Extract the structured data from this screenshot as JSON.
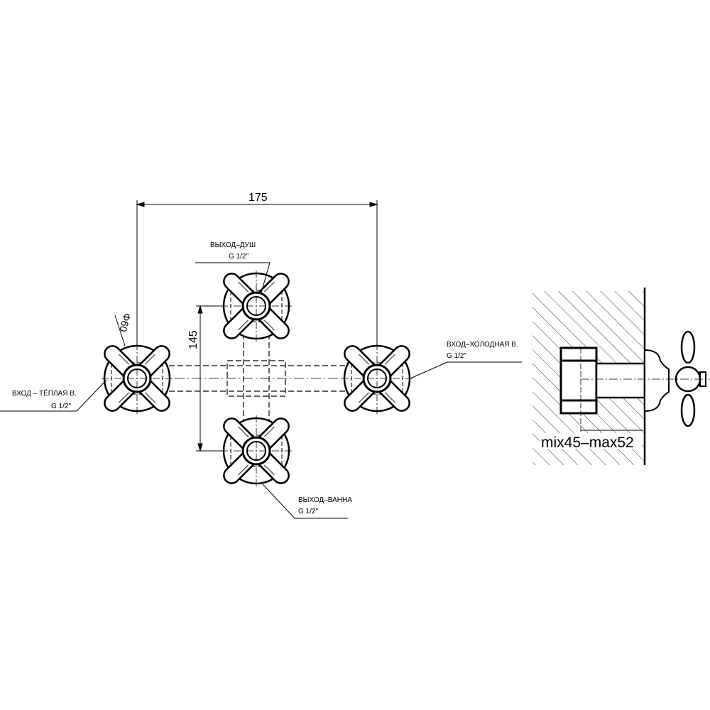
{
  "dimensions": {
    "width_175": "175",
    "height_145": "145",
    "diameter": "Φ60",
    "depth": "mix45–max52"
  },
  "labels": {
    "shower_out": {
      "name": "ВЫХОД–ДУШ",
      "thread": "G 1/2\""
    },
    "warm_in": {
      "name": "ВХОД – ТЁПЛАЯ В.",
      "thread": "G 1/2\""
    },
    "cold_in": {
      "name": "ВХОД–ХОЛОДНАЯ В.",
      "thread": "G 1/2\""
    },
    "bath_out": {
      "name": "ВЫХОД–ВАННА",
      "thread": "G 1/2\""
    }
  }
}
